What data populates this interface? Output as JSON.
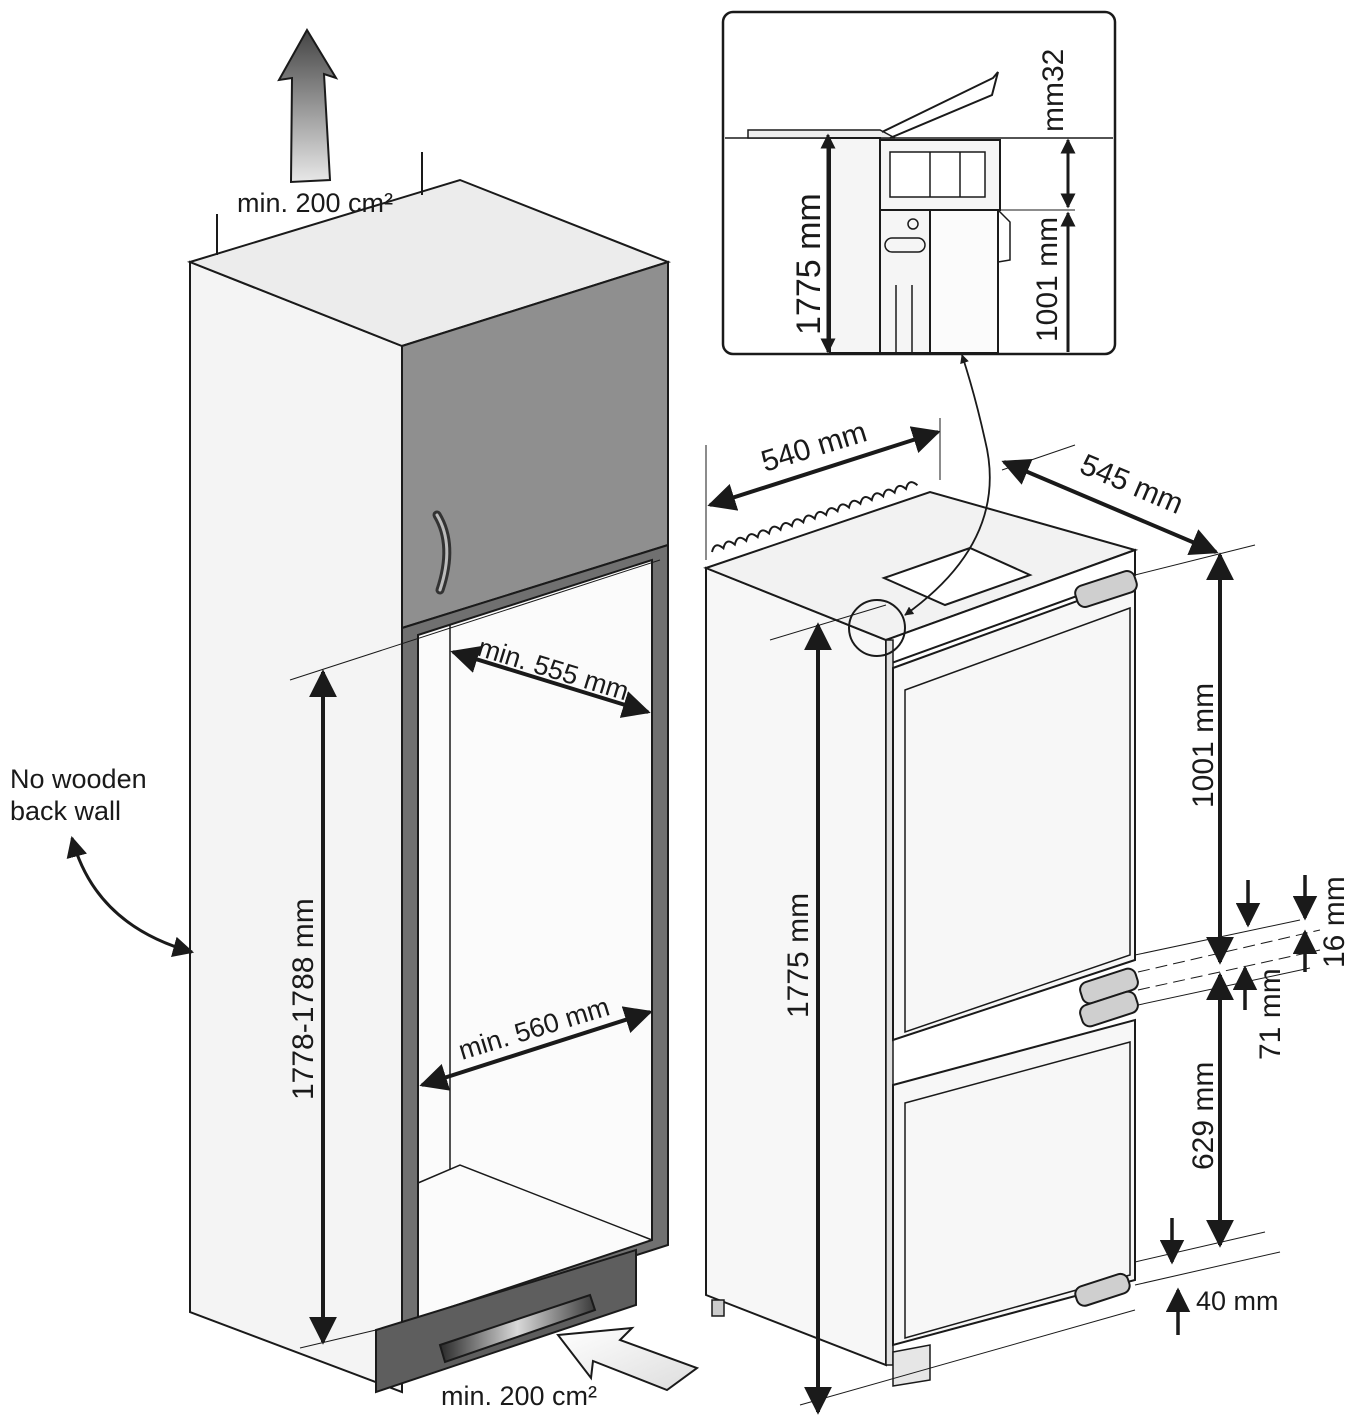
{
  "labels": {
    "vent_top": "min. 200 cm²",
    "vent_bottom": "min. 200 cm²",
    "no_back_wall_line1": "No wooden",
    "no_back_wall_line2": "back wall",
    "niche_height": "1778-1788 mm",
    "niche_depth": "min. 555 mm",
    "niche_width": "min. 560 mm",
    "appliance_width": "540 mm",
    "appliance_depth": "545 mm",
    "appliance_height": "1775 mm",
    "upper_door": "1001 mm",
    "door_gap_small": "16 mm",
    "door_gap": "71 mm",
    "lower_door": "629 mm",
    "bottom_gap": "40 mm",
    "detail_height": "1775 mm",
    "detail_top_gap": "mm32",
    "detail_door": "1001 mm"
  },
  "colors": {
    "stroke": "#1a1a1a",
    "cabinet_side": "#f4f4f4",
    "cabinet_top": "#e9e9e9",
    "upper_door": "#8f8f8f",
    "frame": "#6e6e6e",
    "plinth": "#5e5e5e",
    "appliance_body": "#f7f7f7"
  },
  "icons": {
    "vent_arrow_up": "up-arrow-icon",
    "vent_arrow_in": "inlet-arrow-icon",
    "curved_pointer": "curved-arrow-icon"
  }
}
